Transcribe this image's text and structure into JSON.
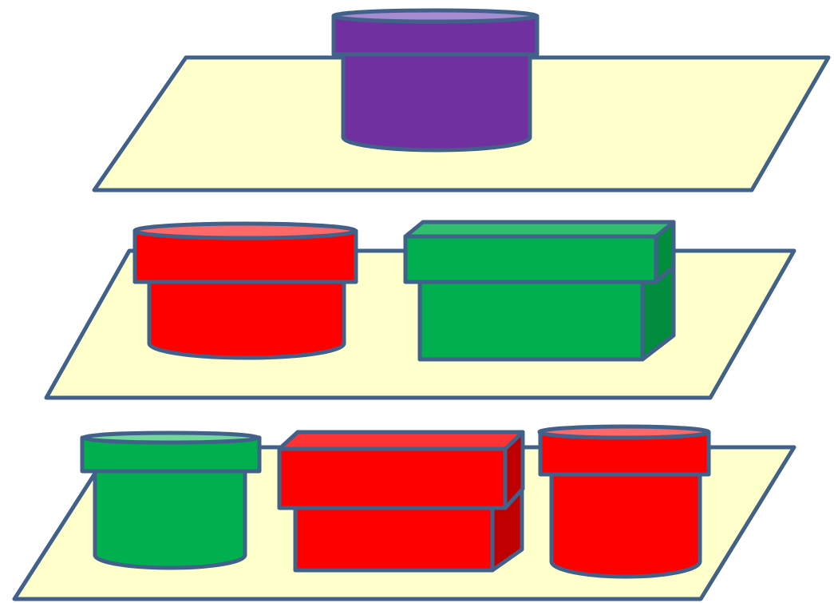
{
  "scene": {
    "description_free": true,
    "colors": {
      "background": "#ffffff",
      "shelf_fill": "#ffffcc",
      "outline": "#41618a",
      "purple": "#7030a0",
      "purple_top": "#a58bd0",
      "red": "#ff0000",
      "red_top": "#ff6868",
      "red_side": "#c00000",
      "green": "#00b04f",
      "green_top": "#6fd89a",
      "green_box_top": "#2fbf6f",
      "green_side": "#008c3c"
    },
    "shelves": [
      {
        "level": "top",
        "objects": [
          {
            "shape": "cylinder-box",
            "color": "purple"
          }
        ]
      },
      {
        "level": "middle",
        "objects": [
          {
            "shape": "cylinder-box",
            "color": "red"
          },
          {
            "shape": "rectangular-box",
            "color": "green"
          }
        ]
      },
      {
        "level": "bottom",
        "objects": [
          {
            "shape": "cylinder-box",
            "color": "green"
          },
          {
            "shape": "rectangular-box",
            "color": "red"
          },
          {
            "shape": "cylinder-box",
            "color": "red"
          }
        ]
      }
    ]
  }
}
